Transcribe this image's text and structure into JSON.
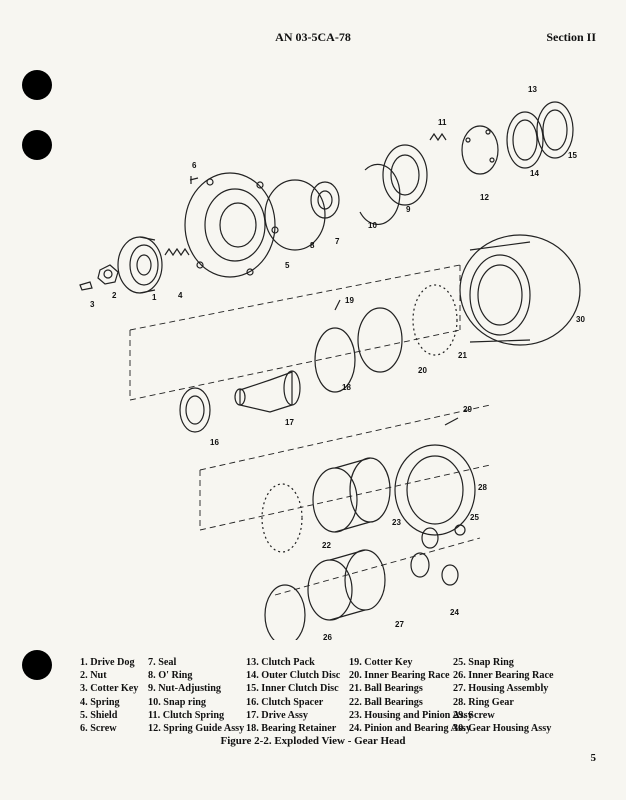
{
  "header": {
    "doc_number": "AN 03-5CA-78",
    "section": "Section II"
  },
  "figure": {
    "callouts": [
      "1",
      "2",
      "3",
      "4",
      "5",
      "6",
      "7",
      "8",
      "9",
      "10",
      "11",
      "12",
      "13",
      "14",
      "15",
      "16",
      "17",
      "18",
      "19",
      "20",
      "21",
      "22",
      "23",
      "24",
      "25",
      "26",
      "27",
      "28",
      "29",
      "30"
    ]
  },
  "legend": [
    [
      "1. Drive Dog",
      "2. Nut",
      "3. Cotter Key",
      "4. Spring",
      "5. Shield",
      "6. Screw"
    ],
    [
      "7. Seal",
      "8. O' Ring",
      "9. Nut-Adjusting",
      "10. Snap ring",
      "11. Clutch Spring",
      "12. Spring Guide Assy"
    ],
    [
      "13. Clutch Pack",
      "14. Outer Clutch Disc",
      "15. Inner Clutch Disc",
      "16. Clutch Spacer",
      "17. Drive Assy",
      "18. Bearing Retainer"
    ],
    [
      "19. Cotter Key",
      "20. Inner Bearing Race",
      "21. Ball Bearings",
      "22. Ball Bearings",
      "23. Housing and Pinion Assy",
      "24. Pinion and Bearing Assy"
    ],
    [
      "25. Snap Ring",
      "26. Inner Bearing Race",
      "27. Housing Assembly",
      "28. Ring Gear",
      "29. Screw",
      "30. Gear Housing Assy"
    ]
  ],
  "caption": "Figure 2-2.  Exploded View - Gear Head",
  "page_number": "5"
}
